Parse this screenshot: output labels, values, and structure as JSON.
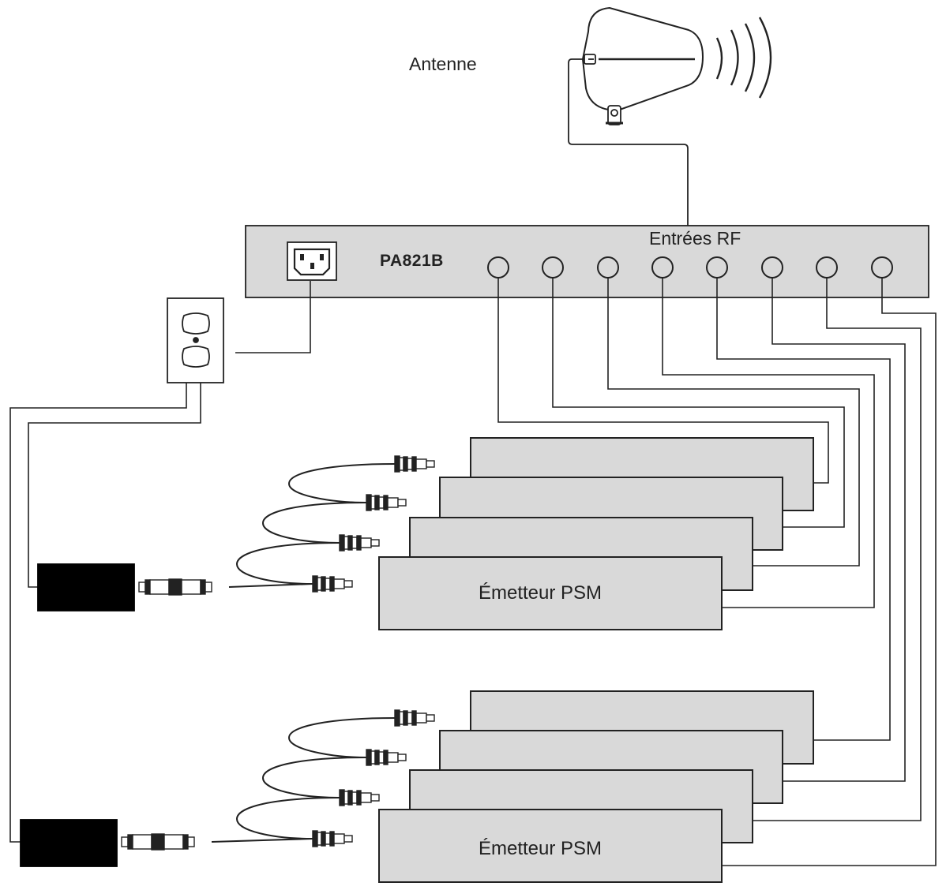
{
  "labels": {
    "antenna": "Antenne",
    "rf_inputs": "Entrées RF",
    "model": "PA821B",
    "transmitter_top": "Émetteur PSM",
    "transmitter_bottom": "Émetteur PSM"
  },
  "colors": {
    "line": "#222222",
    "panel_fill": "#d9d9d9",
    "box_fill": "#d9d9d9",
    "supply_fill": "#000000",
    "background": "#ffffff"
  },
  "icons": {
    "antenna": "paddle-antenna-icon",
    "signal": "radio-waves-icon",
    "power_inlet": "iec-power-inlet-icon",
    "wall_outlet": "duplex-outlet-icon",
    "rf_jack": "bnc-jack-icon",
    "connector": "bnc-connector-icon",
    "power_supply": "power-supply-icon"
  }
}
